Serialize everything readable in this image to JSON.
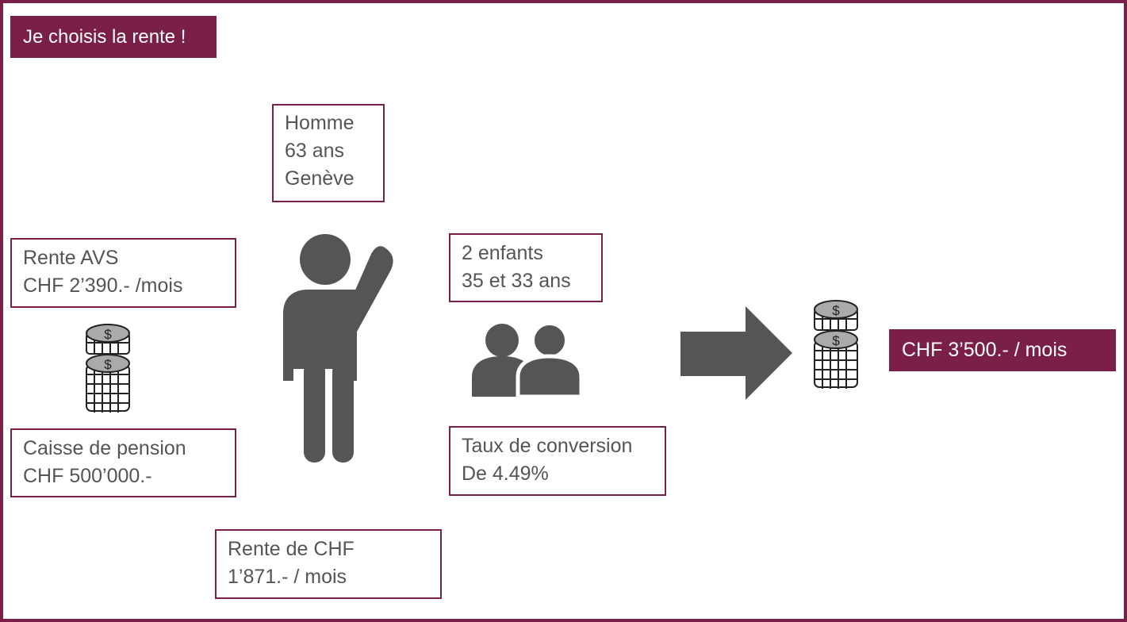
{
  "colors": {
    "accent": "#7a1f47",
    "icon": "#555555"
  },
  "title": "Je choisis la rente !",
  "profile": {
    "line1": "Homme",
    "line2": "63 ans",
    "line3": "Genève"
  },
  "avs": {
    "line1": "Rente AVS",
    "line2": "CHF 2’390.- /mois"
  },
  "pension": {
    "line1": "Caisse de pension",
    "line2": "CHF 500’000.-"
  },
  "children": {
    "line1": "2 enfants",
    "line2": "35 et 33 ans"
  },
  "conversion": {
    "line1": "Taux de conversion",
    "line2": "De 4.49%"
  },
  "rente_lpp": {
    "line1": "Rente de CHF",
    "line2": "1’871.- / mois"
  },
  "result": "CHF 3’500.- / mois",
  "icons": {
    "person": "person-raising-hand-icon",
    "children": "two-people-icon",
    "coins": "coin-stack-icon",
    "arrow": "arrow-right-icon",
    "currency_symbol": "$"
  }
}
